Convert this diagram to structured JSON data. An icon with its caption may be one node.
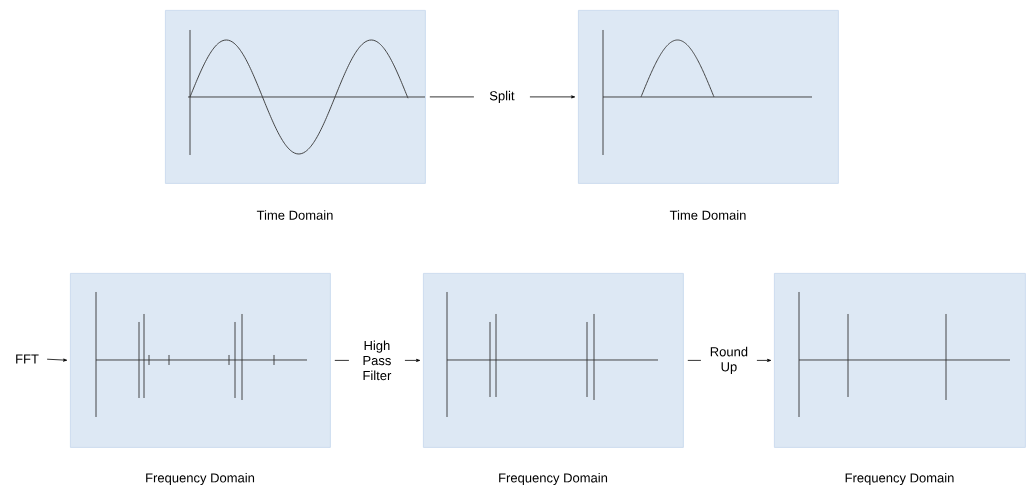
{
  "diagram": {
    "nodes": [
      {
        "text": [],
        "shape": "box",
        "beside": [
          "Time Domain"
        ]
      },
      {
        "text": [],
        "shape": "box",
        "beside": [
          "Time Domain"
        ]
      },
      {
        "text": [
          "FFT"
        ]
      },
      {
        "text": [],
        "shape": "box",
        "beside": [
          "Frequency Domain"
        ]
      },
      {
        "text": [],
        "shape": "box",
        "beside": [
          "Frequency Domain"
        ]
      },
      {
        "text": [],
        "shape": "box",
        "beside": [
          "Frequency Domain"
        ]
      }
    ],
    "edges": [
      {
        "from": 0,
        "to": 1,
        "arrow": "to",
        "label": "Split"
      },
      {
        "from": 2,
        "to": 3,
        "arrow": "to"
      },
      {
        "from": 3,
        "to": 4,
        "arrow": "to",
        "label": "High Pass Filter"
      },
      {
        "from": 4,
        "to": 5,
        "arrow": "to",
        "label": "Round Up"
      }
    ]
  }
}
